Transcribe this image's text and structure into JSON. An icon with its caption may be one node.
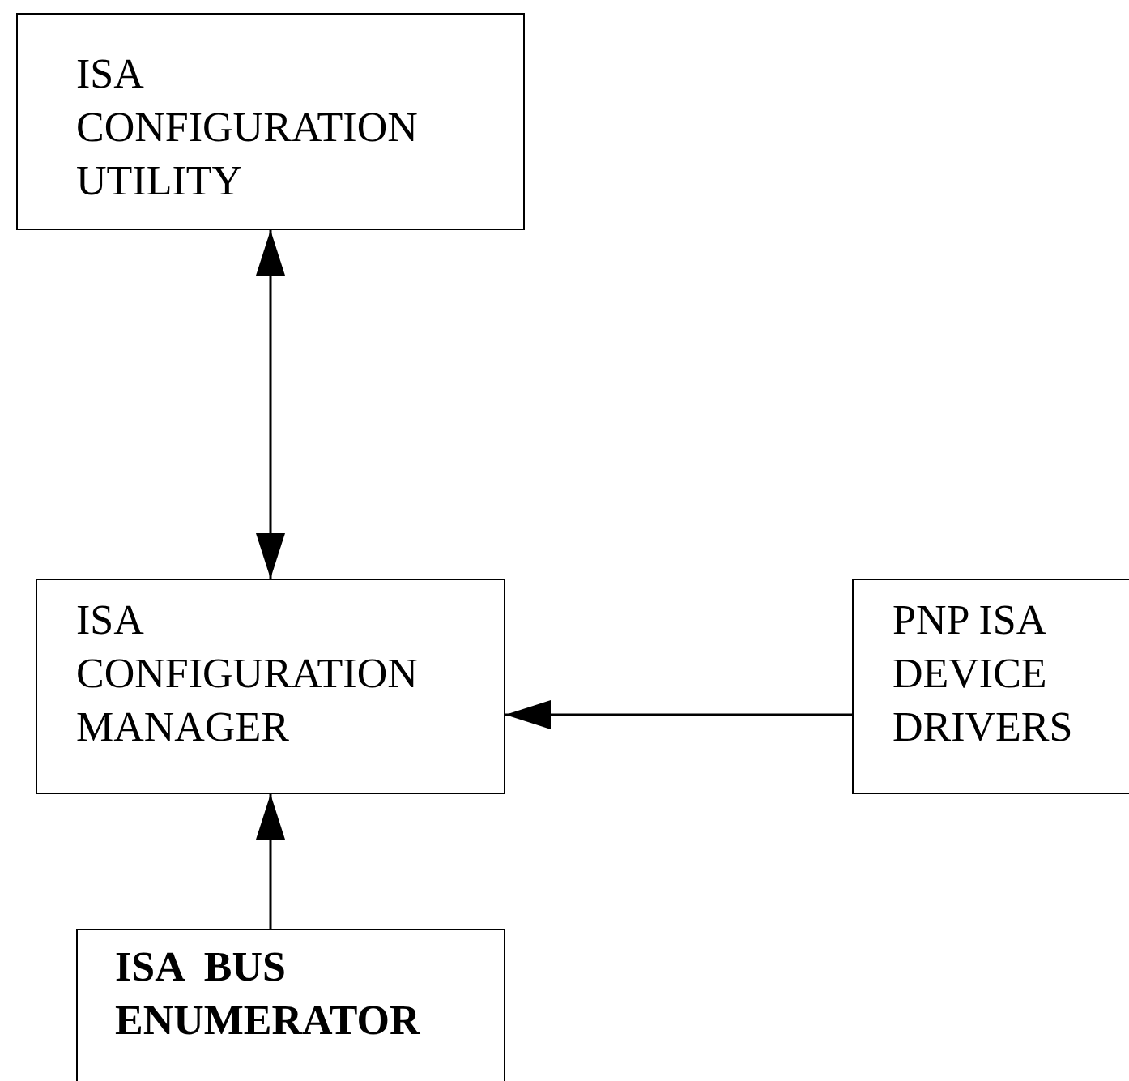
{
  "diagram": {
    "nodes": [
      {
        "text": [
          "ISA CONFIGURATION UTILITY"
        ]
      },
      {
        "text": [
          "ISA CONFIGURATION MANAGER"
        ]
      },
      {
        "text": [
          "PNP ISA DEVICE DRIVERS"
        ]
      },
      {
        "text": [
          "ISA  BUS ENUMERATOR"
        ]
      }
    ],
    "edges": [
      {
        "from": 0,
        "to": 1,
        "arrow": "both"
      },
      {
        "from": 2,
        "to": 1,
        "arrow": "to"
      },
      {
        "from": 3,
        "to": 1,
        "arrow": "to"
      }
    ]
  }
}
